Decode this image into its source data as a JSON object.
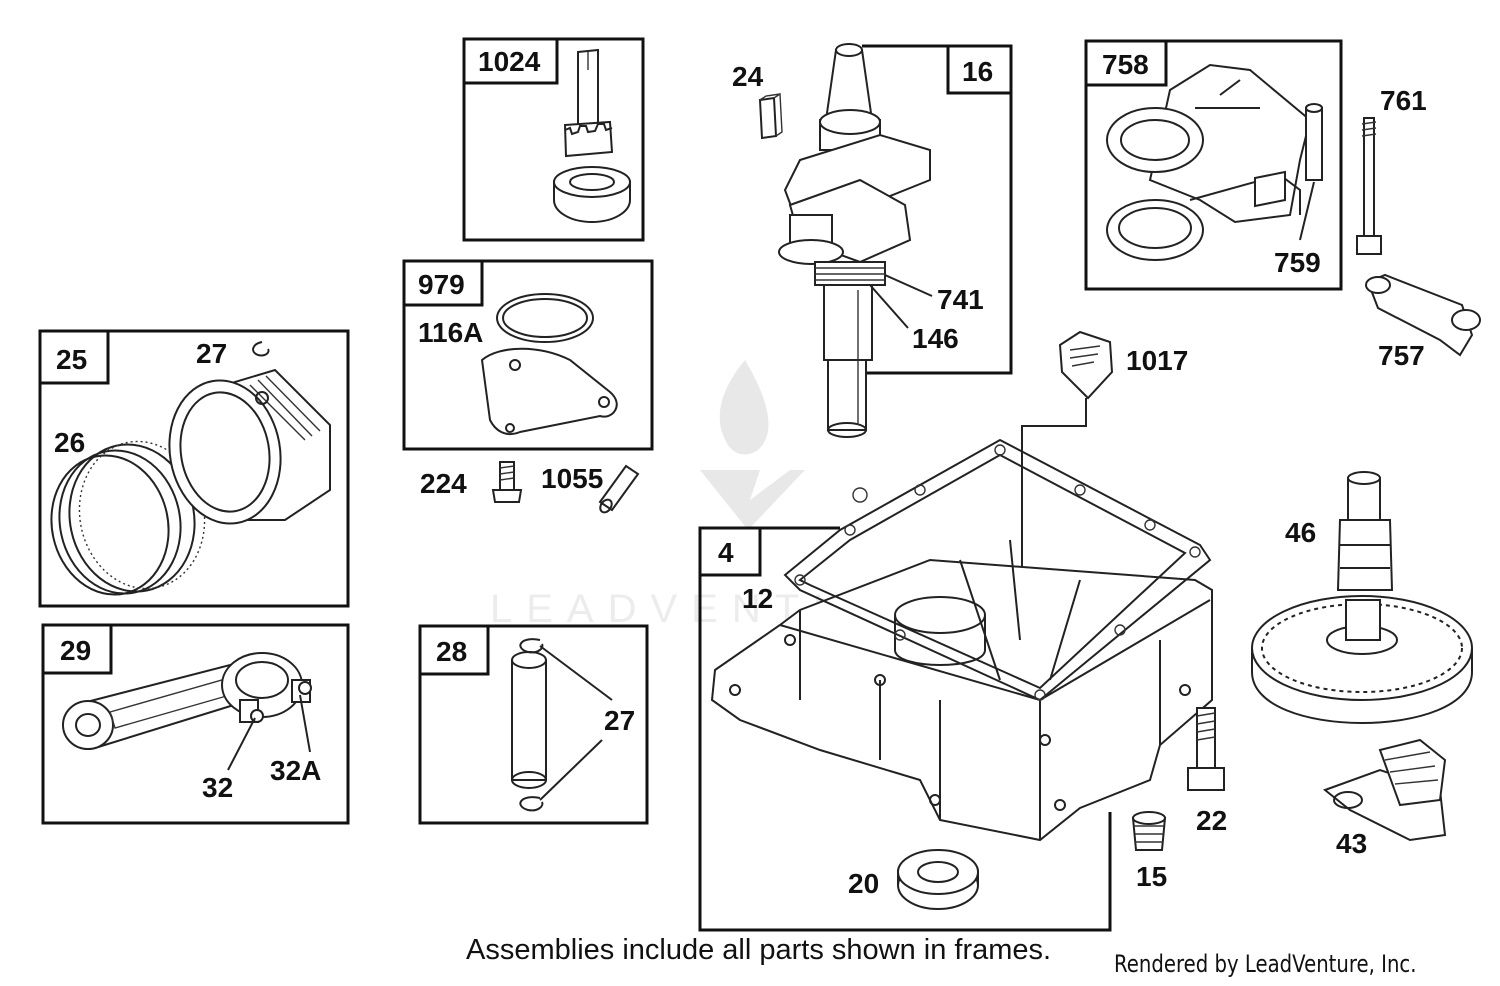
{
  "diagram": {
    "frame_labels": {
      "f25": "25",
      "f29": "29",
      "f1024": "1024",
      "f979": "979",
      "f28": "28",
      "f16": "16",
      "f758": "758",
      "f4": "4"
    },
    "part_labels": {
      "p26": "26",
      "p27a": "27",
      "p32": "32",
      "p32a": "32A",
      "p116a": "116A",
      "p224": "224",
      "p1055": "1055",
      "p27b": "27",
      "p24": "24",
      "p741": "741",
      "p146": "146",
      "p759": "759",
      "p761": "761",
      "p757": "757",
      "p1017": "1017",
      "p12": "12",
      "p46": "46",
      "p22": "22",
      "p15": "15",
      "p20": "20",
      "p43": "43"
    }
  },
  "footer": {
    "note": "Assemblies include all parts shown in frames.",
    "credit": "Rendered by LeadVenture, Inc."
  },
  "colors": {
    "ink": "#111111",
    "watermark": "#e8e8e8"
  }
}
